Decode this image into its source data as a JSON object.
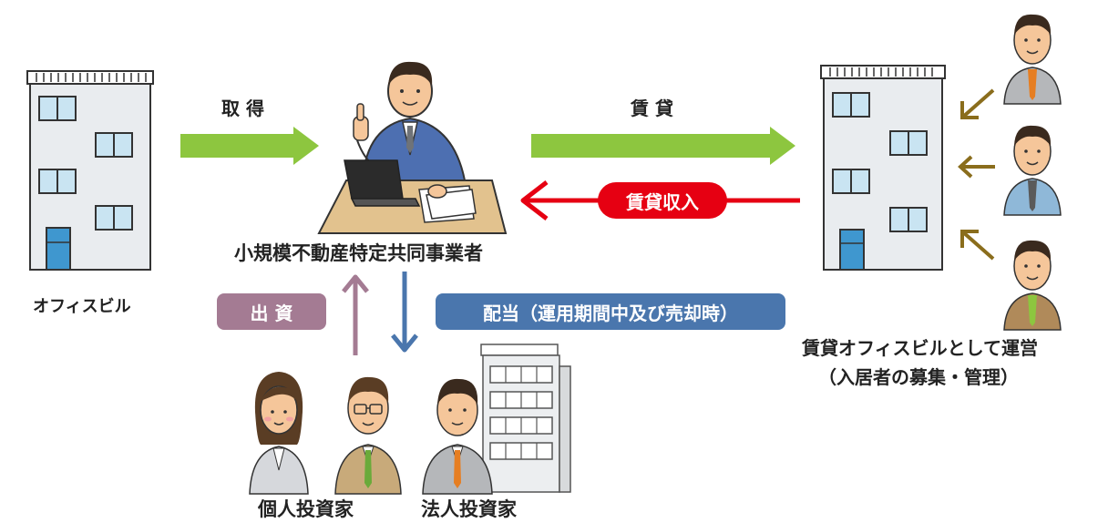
{
  "labels": {
    "acquire": "取 得",
    "lease": "賃 貸",
    "office_building": "オフィスビル",
    "operator": "小規模不動産特定共同事業者",
    "rental_office_line1": "賃貸オフィスビルとして運営",
    "rental_office_line2": "（入居者の募集・管理）",
    "individual_investor": "個人投資家",
    "corporate_investor": "法人投資家"
  },
  "badges": {
    "rental_income": "賃貸収入",
    "investment": "出 資",
    "dividend": "配当（運用期間中及び売却時）"
  },
  "colors": {
    "green_arrow": "#8dc63f",
    "red_arrow": "#e60012",
    "purple": "#a47b93",
    "blue": "#4a76ad",
    "brown_arrow": "#8a6d1c",
    "building_fill": "#e9ecef",
    "window_fill": "#c9e4f2",
    "door_fill": "#3f97cf"
  }
}
